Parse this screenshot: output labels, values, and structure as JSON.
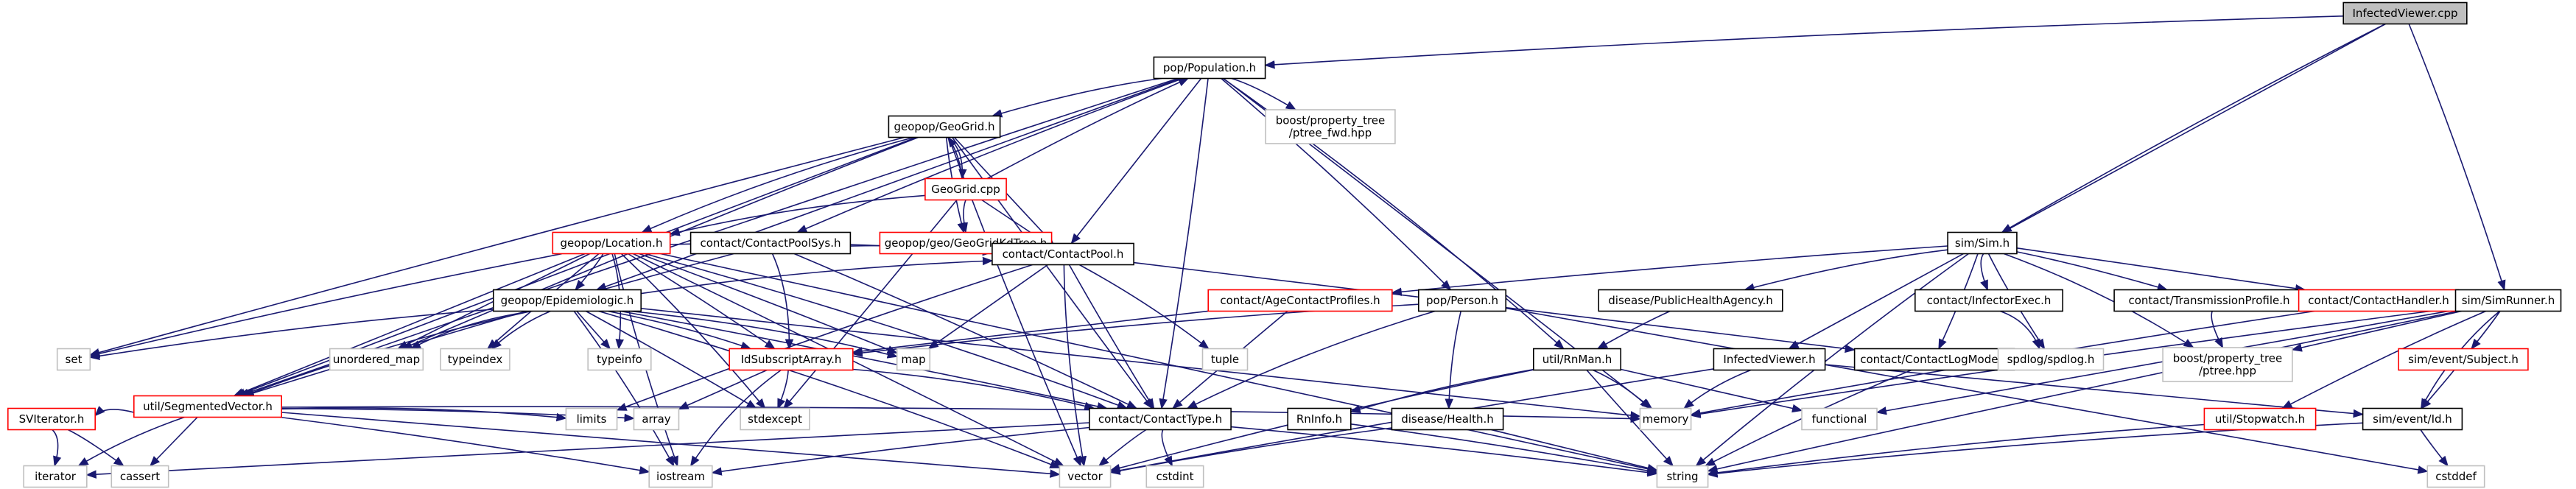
{
  "colors": {
    "edge": "#191970",
    "box_default": "#bfbfbf",
    "box_red": "#ff0000",
    "box_root_fill": "#bfbfbf",
    "box_root_stroke": "#000000",
    "box_node_stroke": "#000000",
    "text": "#000000",
    "background": "#ffffff"
  },
  "nodes": [
    {
      "id": "InfectedViewer_cpp",
      "label": "InfectedViewer.cpp",
      "style": "root"
    },
    {
      "id": "pop_Population_h",
      "label": "pop/Population.h",
      "style": "normal"
    },
    {
      "id": "geopop_GeoGrid_h",
      "label": "geopop/GeoGrid.h",
      "style": "normal"
    },
    {
      "id": "boost_ptree_fwd",
      "label": "boost/property_tree\n/ptree_fwd.hpp",
      "style": "gray"
    },
    {
      "id": "GeoGrid_cpp",
      "label": "GeoGrid.cpp",
      "style": "red"
    },
    {
      "id": "geopop_Location_h",
      "label": "geopop/Location.h",
      "style": "red"
    },
    {
      "id": "contact_ContactPoolSys_h",
      "label": "contact/ContactPoolSys.h",
      "style": "normal"
    },
    {
      "id": "GeoGridKdTree_h",
      "label": "geopop/geo/GeoGridKdTree.h",
      "style": "red"
    },
    {
      "id": "contact_ContactPool_h",
      "label": "contact/ContactPool.h",
      "style": "normal"
    },
    {
      "id": "sim_Sim_h",
      "label": "sim/Sim.h",
      "style": "normal"
    },
    {
      "id": "contact_AgeContactProfiles_h",
      "label": "contact/AgeContactProfiles.h",
      "style": "red"
    },
    {
      "id": "pop_Person_h",
      "label": "pop/Person.h",
      "style": "normal"
    },
    {
      "id": "disease_PublicHealthAgency_h",
      "label": "disease/PublicHealthAgency.h",
      "style": "normal"
    },
    {
      "id": "contact_InfectorExec_h",
      "label": "contact/InfectorExec.h",
      "style": "normal"
    },
    {
      "id": "contact_TransmissionProfile_h",
      "label": "contact/TransmissionProfile.h",
      "style": "normal"
    },
    {
      "id": "contact_ContactHandler_h",
      "label": "contact/ContactHandler.h",
      "style": "red"
    },
    {
      "id": "sim_SimRunner_h",
      "label": "sim/SimRunner.h",
      "style": "normal"
    },
    {
      "id": "geopop_Epidemiologic_h",
      "label": "geopop/Epidemiologic.h",
      "style": "normal"
    },
    {
      "id": "set",
      "label": "set",
      "style": "gray"
    },
    {
      "id": "unordered_map",
      "label": "unordered_map",
      "style": "gray"
    },
    {
      "id": "typeindex",
      "label": "typeindex",
      "style": "gray"
    },
    {
      "id": "typeinfo",
      "label": "typeinfo",
      "style": "gray"
    },
    {
      "id": "IdSubscriptArray_h",
      "label": "IdSubscriptArray.h",
      "style": "red"
    },
    {
      "id": "map",
      "label": "map",
      "style": "gray"
    },
    {
      "id": "tuple",
      "label": "tuple",
      "style": "gray"
    },
    {
      "id": "util_RnMan_h",
      "label": "util/RnMan.h",
      "style": "normal"
    },
    {
      "id": "InfectedViewer_h",
      "label": "InfectedViewer.h",
      "style": "normal"
    },
    {
      "id": "contact_ContactLogMode_h",
      "label": "contact/ContactLogMode.h",
      "style": "normal"
    },
    {
      "id": "spdlog_h",
      "label": "spdlog/spdlog.h",
      "style": "gray"
    },
    {
      "id": "boost_ptree",
      "label": "boost/property_tree\n/ptree.hpp",
      "style": "gray"
    },
    {
      "id": "util_SegmentedVector_h",
      "label": "util/SegmentedVector.h",
      "style": "red"
    },
    {
      "id": "limits",
      "label": "limits",
      "style": "gray"
    },
    {
      "id": "array",
      "label": "array",
      "style": "gray"
    },
    {
      "id": "stdexcept",
      "label": "stdexcept",
      "style": "gray"
    },
    {
      "id": "contact_ContactType_h",
      "label": "contact/ContactType.h",
      "style": "normal"
    },
    {
      "id": "memory",
      "label": "memory",
      "style": "gray"
    },
    {
      "id": "functional",
      "label": "functional",
      "style": "gray"
    },
    {
      "id": "sim_event_Subject_h",
      "label": "sim/event/Subject.h",
      "style": "red"
    },
    {
      "id": "SVIterator_h",
      "label": "SVIterator.h",
      "style": "red"
    },
    {
      "id": "RnInfo_h",
      "label": "RnInfo.h",
      "style": "normal"
    },
    {
      "id": "disease_Health_h",
      "label": "disease/Health.h",
      "style": "normal"
    },
    {
      "id": "util_Stopwatch_h",
      "label": "util/Stopwatch.h",
      "style": "red"
    },
    {
      "id": "sim_event_Id_h",
      "label": "sim/event/Id.h",
      "style": "normal"
    },
    {
      "id": "iterator",
      "label": "iterator",
      "style": "gray"
    },
    {
      "id": "cassert",
      "label": "cassert",
      "style": "gray"
    },
    {
      "id": "iostream",
      "label": "iostream",
      "style": "gray"
    },
    {
      "id": "vector",
      "label": "vector",
      "style": "gray"
    },
    {
      "id": "cstdint",
      "label": "cstdint",
      "style": "gray"
    },
    {
      "id": "string",
      "label": "string",
      "style": "gray"
    },
    {
      "id": "cstddef",
      "label": "cstddef",
      "style": "gray"
    }
  ],
  "edges": [
    [
      "InfectedViewer_cpp",
      "pop_Population_h"
    ],
    [
      "InfectedViewer_cpp",
      "sim_Sim_h"
    ],
    [
      "InfectedViewer_cpp",
      "InfectedViewer_h"
    ],
    [
      "InfectedViewer_cpp",
      "sim_SimRunner_h"
    ],
    [
      "pop_Population_h",
      "geopop_GeoGrid_h"
    ],
    [
      "pop_Population_h",
      "boost_ptree_fwd"
    ],
    [
      "pop_Population_h",
      "contact_ContactPoolSys_h"
    ],
    [
      "pop_Population_h",
      "contact_ContactPool_h"
    ],
    [
      "pop_Population_h",
      "pop_Person_h"
    ],
    [
      "pop_Population_h",
      "util_RnMan_h"
    ],
    [
      "pop_Population_h",
      "memory"
    ],
    [
      "pop_Population_h",
      "util_SegmentedVector_h"
    ],
    [
      "pop_Population_h",
      "geopop_Epidemiologic_h"
    ],
    [
      "pop_Population_h",
      "contact_ContactType_h"
    ],
    [
      "geopop_GeoGrid_h",
      "GeoGrid_cpp"
    ],
    [
      "geopop_GeoGrid_h",
      "geopop_Location_h"
    ],
    [
      "geopop_GeoGrid_h",
      "GeoGridKdTree_h"
    ],
    [
      "geopop_GeoGrid_h",
      "contact_ContactPool_h"
    ],
    [
      "geopop_GeoGrid_h",
      "set"
    ],
    [
      "geopop_GeoGrid_h",
      "unordered_map"
    ],
    [
      "geopop_GeoGrid_h",
      "vector"
    ],
    [
      "geopop_GeoGrid_h",
      "contact_ContactType_h"
    ],
    [
      "geopop_GeoGrid_h",
      "util_SegmentedVector_h"
    ],
    [
      "GeoGrid_cpp",
      "geopop_GeoGrid_h"
    ],
    [
      "GeoGrid_cpp",
      "pop_Population_h"
    ],
    [
      "GeoGrid_cpp",
      "geopop_Location_h"
    ],
    [
      "GeoGrid_cpp",
      "GeoGridKdTree_h"
    ],
    [
      "GeoGrid_cpp",
      "contact_ContactPool_h"
    ],
    [
      "GeoGrid_cpp",
      "stdexcept"
    ],
    [
      "geopop_Location_h",
      "geopop_Epidemiologic_h"
    ],
    [
      "geopop_Location_h",
      "contact_ContactPool_h"
    ],
    [
      "geopop_Location_h",
      "set"
    ],
    [
      "geopop_Location_h",
      "unordered_map"
    ],
    [
      "geopop_Location_h",
      "typeindex"
    ],
    [
      "geopop_Location_h",
      "typeinfo"
    ],
    [
      "geopop_Location_h",
      "IdSubscriptArray_h"
    ],
    [
      "geopop_Location_h",
      "map"
    ],
    [
      "geopop_Location_h",
      "util_SegmentedVector_h"
    ],
    [
      "geopop_Location_h",
      "stdexcept"
    ],
    [
      "geopop_Location_h",
      "contact_ContactType_h"
    ],
    [
      "geopop_Location_h",
      "iostream"
    ],
    [
      "geopop_Location_h",
      "vector"
    ],
    [
      "geopop_Location_h",
      "string"
    ],
    [
      "contact_ContactPoolSys_h",
      "contact_ContactPool_h"
    ],
    [
      "contact_ContactPoolSys_h",
      "IdSubscriptArray_h"
    ],
    [
      "contact_ContactPoolSys_h",
      "contact_ContactType_h"
    ],
    [
      "contact_ContactPoolSys_h",
      "util_SegmentedVector_h"
    ],
    [
      "contact_ContactPool_h",
      "map"
    ],
    [
      "contact_ContactPool_h",
      "tuple"
    ],
    [
      "contact_ContactPool_h",
      "limits"
    ],
    [
      "contact_ContactPool_h",
      "vector"
    ],
    [
      "contact_ContactPool_h",
      "contact_ContactType_h"
    ],
    [
      "contact_ContactPool_h",
      "contact_ContactLogMode_h"
    ],
    [
      "sim_Sim_h",
      "contact_AgeContactProfiles_h"
    ],
    [
      "sim_Sim_h",
      "disease_PublicHealthAgency_h"
    ],
    [
      "sim_Sim_h",
      "contact_InfectorExec_h"
    ],
    [
      "sim_Sim_h",
      "contact_TransmissionProfile_h"
    ],
    [
      "sim_Sim_h",
      "contact_ContactHandler_h"
    ],
    [
      "sim_Sim_h",
      "contact_ContactLogMode_h"
    ],
    [
      "sim_Sim_h",
      "boost_ptree"
    ],
    [
      "sim_Sim_h",
      "spdlog_h"
    ],
    [
      "sim_Sim_h",
      "string"
    ],
    [
      "contact_AgeContactProfiles_h",
      "IdSubscriptArray_h"
    ],
    [
      "contact_AgeContactProfiles_h",
      "contact_ContactType_h"
    ],
    [
      "pop_Person_h",
      "IdSubscriptArray_h"
    ],
    [
      "pop_Person_h",
      "contact_ContactType_h"
    ],
    [
      "pop_Person_h",
      "disease_Health_h"
    ],
    [
      "pop_Person_h",
      "cstddef"
    ],
    [
      "disease_PublicHealthAgency_h",
      "util_RnMan_h"
    ],
    [
      "contact_InfectorExec_h",
      "spdlog_h"
    ],
    [
      "contact_TransmissionProfile_h",
      "boost_ptree"
    ],
    [
      "contact_ContactHandler_h",
      "memory"
    ],
    [
      "sim_SimRunner_h",
      "boost_ptree"
    ],
    [
      "sim_SimRunner_h",
      "sim_event_Subject_h"
    ],
    [
      "sim_SimRunner_h",
      "util_Stopwatch_h"
    ],
    [
      "sim_SimRunner_h",
      "sim_event_Id_h"
    ],
    [
      "sim_SimRunner_h",
      "memory"
    ],
    [
      "sim_SimRunner_h",
      "functional"
    ],
    [
      "sim_SimRunner_h",
      "string"
    ],
    [
      "geopop_Epidemiologic_h",
      "set"
    ],
    [
      "geopop_Epidemiologic_h",
      "unordered_map"
    ],
    [
      "geopop_Epidemiologic_h",
      "typeindex"
    ],
    [
      "geopop_Epidemiologic_h",
      "typeinfo"
    ],
    [
      "geopop_Epidemiologic_h",
      "IdSubscriptArray_h"
    ],
    [
      "geopop_Epidemiologic_h",
      "map"
    ],
    [
      "geopop_Epidemiologic_h",
      "util_SegmentedVector_h"
    ],
    [
      "geopop_Epidemiologic_h",
      "contact_ContactType_h"
    ],
    [
      "geopop_Epidemiologic_h",
      "memory"
    ],
    [
      "geopop_Epidemiologic_h",
      "iostream"
    ],
    [
      "geopop_Epidemiologic_h",
      "vector"
    ],
    [
      "geopop_Epidemiologic_h",
      "contact_ContactPool_h"
    ],
    [
      "geopop_Epidemiologic_h",
      "stdexcept"
    ],
    [
      "IdSubscriptArray_h",
      "array"
    ],
    [
      "IdSubscriptArray_h",
      "stdexcept"
    ],
    [
      "IdSubscriptArray_h",
      "contact_ContactType_h"
    ],
    [
      "IdSubscriptArray_h",
      "iostream"
    ],
    [
      "util_RnMan_h",
      "RnInfo_h"
    ],
    [
      "util_RnMan_h",
      "functional"
    ],
    [
      "util_RnMan_h",
      "memory"
    ],
    [
      "util_RnMan_h",
      "vector"
    ],
    [
      "util_RnMan_h",
      "string"
    ],
    [
      "InfectedViewer_h",
      "memory"
    ],
    [
      "InfectedViewer_h",
      "sim_event_Id_h"
    ],
    [
      "InfectedViewer_h",
      "vector"
    ],
    [
      "contact_ContactLogMode_h",
      "string"
    ],
    [
      "util_SegmentedVector_h",
      "SVIterator_h"
    ],
    [
      "util_SegmentedVector_h",
      "iterator"
    ],
    [
      "util_SegmentedVector_h",
      "cassert"
    ],
    [
      "util_SegmentedVector_h",
      "array"
    ],
    [
      "util_SegmentedVector_h",
      "limits"
    ],
    [
      "util_SegmentedVector_h",
      "memory"
    ],
    [
      "util_SegmentedVector_h",
      "iostream"
    ],
    [
      "util_SegmentedVector_h",
      "vector"
    ],
    [
      "contact_ContactType_h",
      "iostream"
    ],
    [
      "contact_ContactType_h",
      "vector"
    ],
    [
      "contact_ContactType_h",
      "cstdint"
    ],
    [
      "contact_ContactType_h",
      "string"
    ],
    [
      "contact_ContactType_h",
      "iterator"
    ],
    [
      "sim_event_Subject_h",
      "sim_event_Id_h"
    ],
    [
      "SVIterator_h",
      "iterator"
    ],
    [
      "SVIterator_h",
      "cassert"
    ],
    [
      "RnInfo_h",
      "string"
    ],
    [
      "disease_Health_h",
      "string"
    ],
    [
      "disease_Health_h",
      "vector"
    ],
    [
      "util_Stopwatch_h",
      "string"
    ],
    [
      "sim_event_Id_h",
      "string"
    ],
    [
      "sim_event_Id_h",
      "cstddef"
    ]
  ]
}
